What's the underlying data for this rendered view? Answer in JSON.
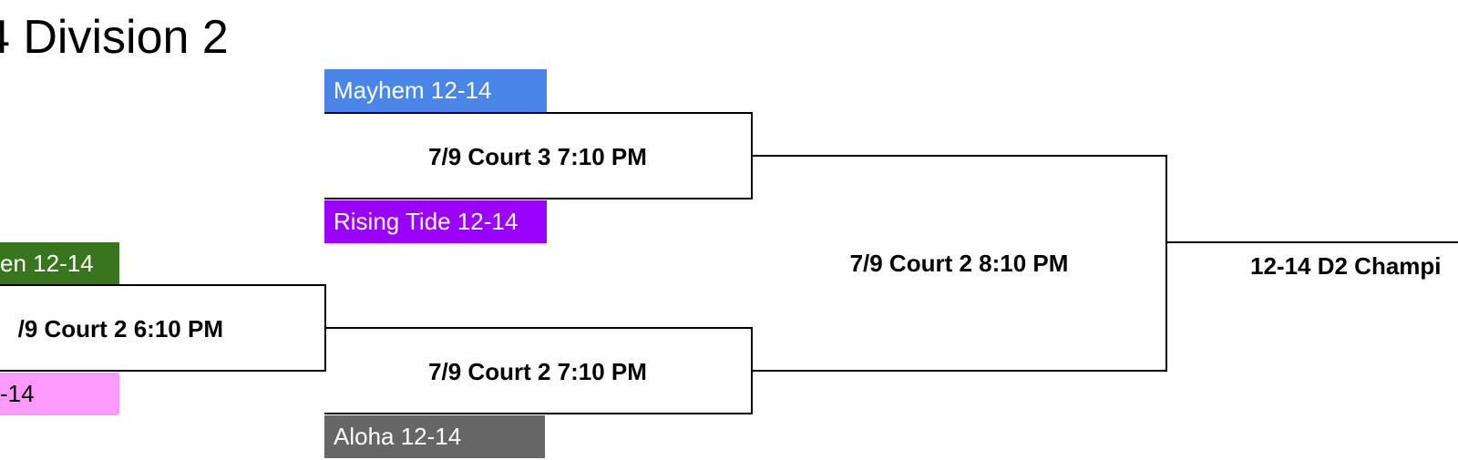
{
  "title": "4 Division 2",
  "teams": {
    "mayhem": {
      "label": "Mayhem 12-14",
      "color": "#4a86e8"
    },
    "rising_tide": {
      "label": "Rising Tide 12-14",
      "color": "#9900ff"
    },
    "green_team": {
      "label": "en 12-14",
      "color": "#38761d"
    },
    "pink_team": {
      "label": "-14",
      "color": "#ff99ff"
    },
    "aloha": {
      "label": "Aloha 12-14",
      "color": "#666666"
    }
  },
  "games": {
    "r1_game": "/9 Court 2 6:10 PM",
    "qf_top": "7/9 Court 3 7:10 PM",
    "qf_bottom": "7/9 Court 2 7:10 PM",
    "final": "7/9 Court 2 8:10 PM"
  },
  "champion_label": "12-14 D2 Champi"
}
